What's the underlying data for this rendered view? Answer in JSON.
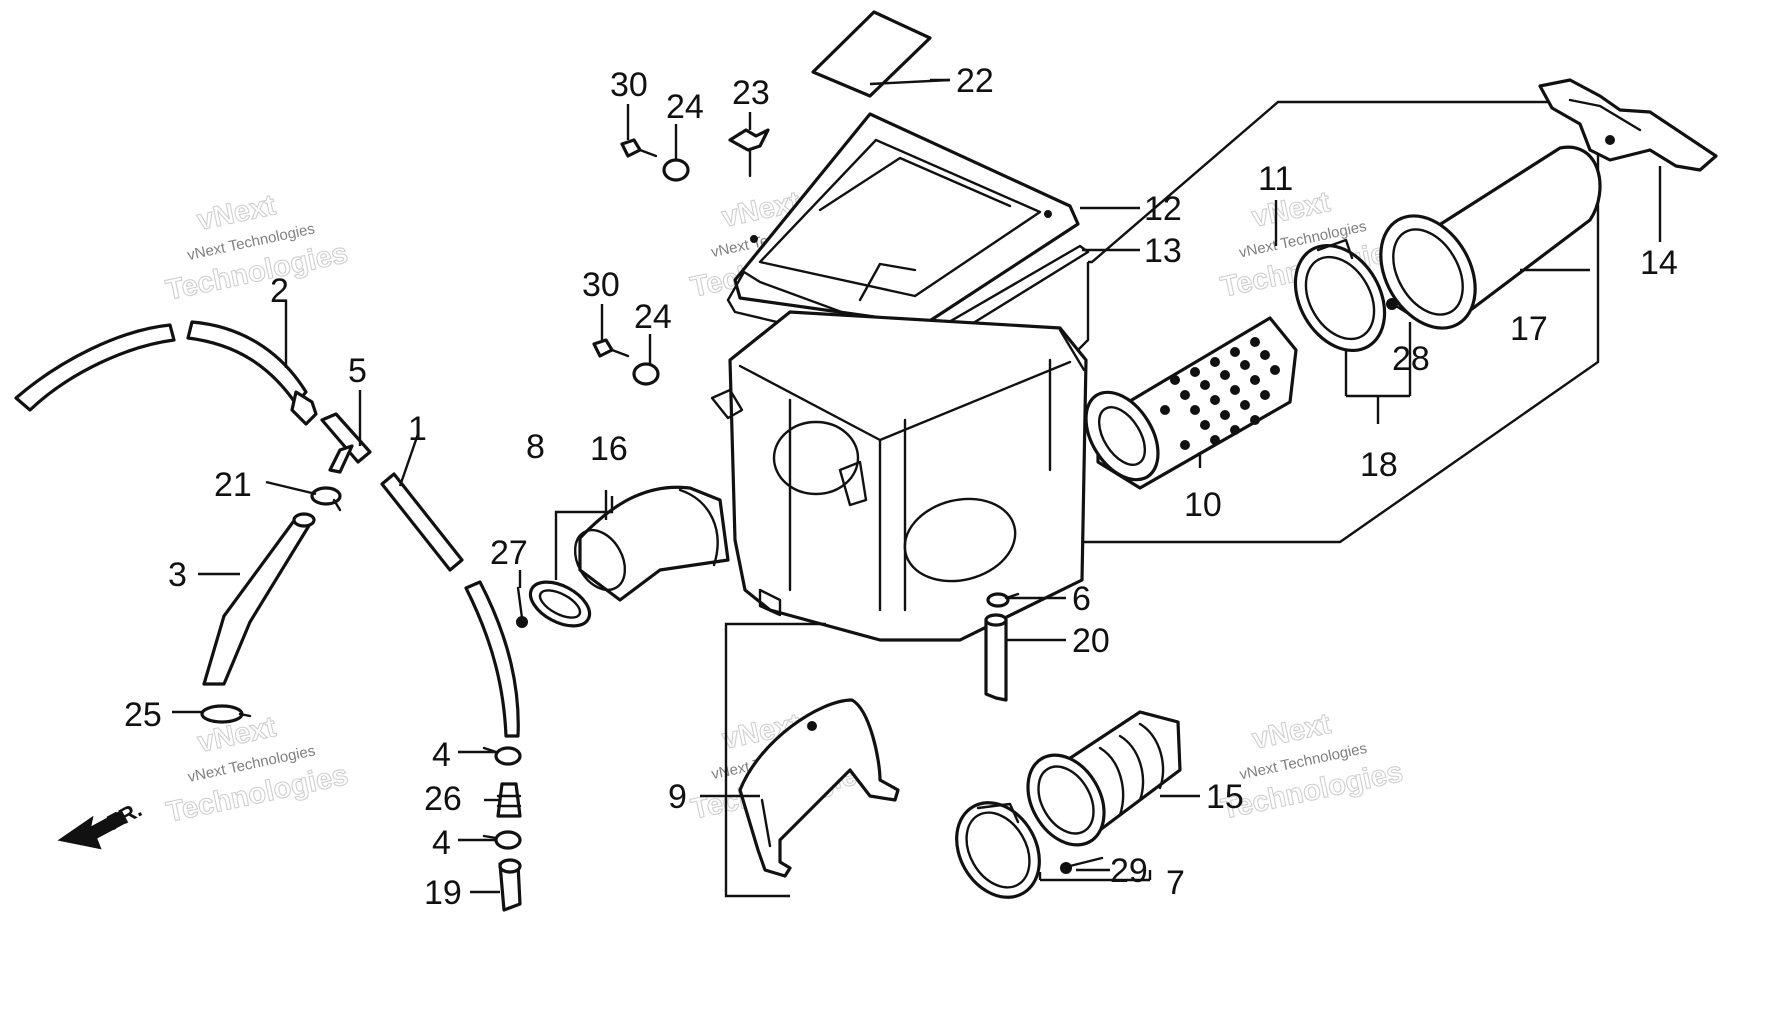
{
  "labels": {
    "p1": "1",
    "p2": "2",
    "p3": "3",
    "p4a": "4",
    "p4b": "4",
    "p5": "5",
    "p6": "6",
    "p7": "7",
    "p8": "8",
    "p9": "9",
    "p10": "10",
    "p11": "11",
    "p12": "12",
    "p13": "13",
    "p14": "14",
    "p15": "15",
    "p16": "16",
    "p17": "17",
    "p18": "18",
    "p19": "19",
    "p20": "20",
    "p21": "21",
    "p22": "22",
    "p23": "23",
    "p24a": "24",
    "p24b": "24",
    "p25": "25",
    "p26": "26",
    "p27": "27",
    "p28": "28",
    "p29": "29",
    "p30a": "30",
    "p30b": "30"
  },
  "direction_marker": "FR.",
  "watermark": {
    "small": "vNext Technologies",
    "brand_top": "vNext",
    "brand_big": "Technologies"
  }
}
